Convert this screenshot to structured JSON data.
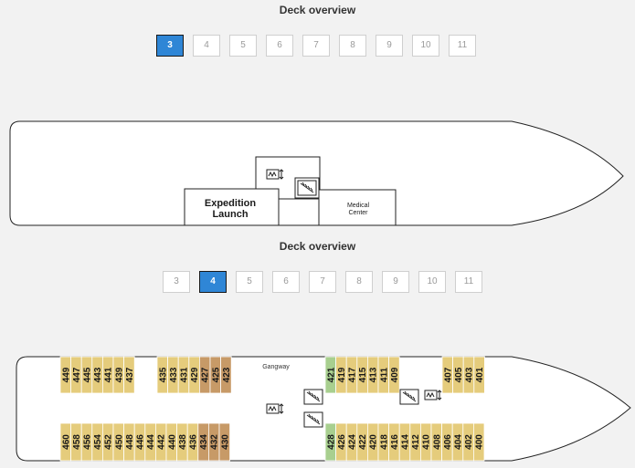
{
  "deck3": {
    "title": "Deck overview",
    "tabs": [
      "3",
      "4",
      "5",
      "6",
      "7",
      "8",
      "9",
      "10",
      "11"
    ],
    "active": "3",
    "rooms": {
      "expedition_launch_line1": "Expedition",
      "expedition_launch_line2": "Launch",
      "medical_center_line1": "Medical",
      "medical_center_line2": "Center"
    }
  },
  "deck4": {
    "title": "Deck overview",
    "tabs": [
      "3",
      "4",
      "5",
      "6",
      "7",
      "8",
      "9",
      "10",
      "11"
    ],
    "active": "4",
    "gangway_label": "Gangway",
    "cabins_top": [
      {
        "id": "449",
        "type": "standard"
      },
      {
        "id": "447",
        "type": "standard"
      },
      {
        "id": "445",
        "type": "standard"
      },
      {
        "id": "443",
        "type": "standard"
      },
      {
        "id": "441",
        "type": "standard"
      },
      {
        "id": "439",
        "type": "standard"
      },
      {
        "id": "437",
        "type": "standard"
      },
      {
        "id": "435",
        "type": "standard"
      },
      {
        "id": "433",
        "type": "standard"
      },
      {
        "id": "431",
        "type": "standard"
      },
      {
        "id": "429",
        "type": "standard"
      },
      {
        "id": "427",
        "type": "premium"
      },
      {
        "id": "425",
        "type": "premium"
      },
      {
        "id": "423",
        "type": "premium"
      },
      {
        "id": "421",
        "type": "accessible"
      },
      {
        "id": "419",
        "type": "standard"
      },
      {
        "id": "417",
        "type": "standard"
      },
      {
        "id": "415",
        "type": "standard"
      },
      {
        "id": "413",
        "type": "standard"
      },
      {
        "id": "411",
        "type": "standard"
      },
      {
        "id": "409",
        "type": "standard"
      },
      {
        "id": "407",
        "type": "standard"
      },
      {
        "id": "405",
        "type": "standard"
      },
      {
        "id": "403",
        "type": "standard"
      },
      {
        "id": "401",
        "type": "standard"
      }
    ],
    "cabins_bottom": [
      {
        "id": "460",
        "type": "standard"
      },
      {
        "id": "458",
        "type": "standard"
      },
      {
        "id": "456",
        "type": "standard"
      },
      {
        "id": "454",
        "type": "standard"
      },
      {
        "id": "452",
        "type": "standard"
      },
      {
        "id": "450",
        "type": "standard"
      },
      {
        "id": "448",
        "type": "standard"
      },
      {
        "id": "446",
        "type": "standard"
      },
      {
        "id": "444",
        "type": "standard"
      },
      {
        "id": "442",
        "type": "standard"
      },
      {
        "id": "440",
        "type": "standard"
      },
      {
        "id": "438",
        "type": "standard"
      },
      {
        "id": "436",
        "type": "standard"
      },
      {
        "id": "434",
        "type": "premium"
      },
      {
        "id": "432",
        "type": "premium"
      },
      {
        "id": "430",
        "type": "premium"
      },
      {
        "id": "428",
        "type": "accessible"
      },
      {
        "id": "426",
        "type": "standard"
      },
      {
        "id": "424",
        "type": "standard"
      },
      {
        "id": "422",
        "type": "standard"
      },
      {
        "id": "420",
        "type": "standard"
      },
      {
        "id": "418",
        "type": "standard"
      },
      {
        "id": "416",
        "type": "standard"
      },
      {
        "id": "414",
        "type": "standard"
      },
      {
        "id": "412",
        "type": "standard"
      },
      {
        "id": "410",
        "type": "standard"
      },
      {
        "id": "408",
        "type": "standard"
      },
      {
        "id": "406",
        "type": "standard"
      },
      {
        "id": "404",
        "type": "standard"
      },
      {
        "id": "402",
        "type": "standard"
      },
      {
        "id": "400",
        "type": "standard"
      }
    ]
  },
  "colors": {
    "standard": "#e5cc7c",
    "premium": "#c79a67",
    "accessible": "#a8cf8f",
    "active_tab": "#2f86d6"
  }
}
